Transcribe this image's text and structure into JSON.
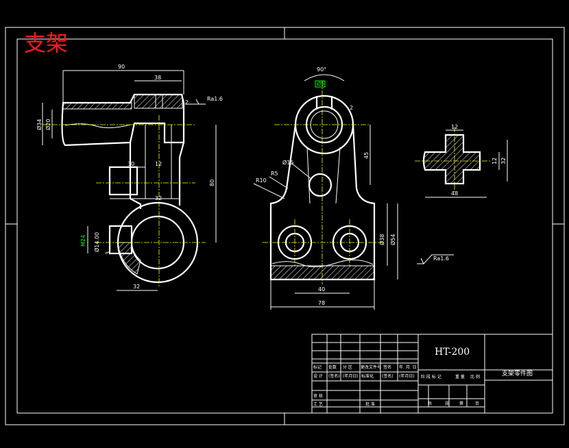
{
  "drawing": {
    "title": "支架",
    "material": "HT-200",
    "part_name": "支架零件图"
  },
  "dims_left": {
    "d90": "90",
    "d38": "38",
    "d2": "2",
    "ra": "Ra1.6",
    "d34": "Ø34",
    "d20": "Ø20",
    "d30": "30",
    "d12": "12",
    "d32a": "32",
    "d80": "80",
    "m24": "M24",
    "d14": "Ø14.00",
    "d3": "3",
    "d32b": "32"
  },
  "dims_mid": {
    "ang": "90°",
    "d5": "Ø5",
    "d2": "2",
    "d45": "45",
    "r15": "Ø15",
    "r5": "R5",
    "r10": "R10",
    "d38": "Ø38",
    "d54": "Ø54",
    "d40": "40",
    "d78": "78",
    "ra": "Ra1.6"
  },
  "dims_right": {
    "d12a": "12",
    "d12b": "12",
    "d32": "32",
    "d48": "48"
  },
  "title_block": {
    "row1": [
      "标记",
      "处数",
      "分 区",
      "更改文件号",
      "签名",
      "年. 月. 日"
    ],
    "row2": [
      "设 计",
      "(签名)",
      "(年月日)",
      "标准化",
      "(签名)",
      "(年月日)"
    ],
    "stage": [
      "阶 段 标 记",
      "重 量",
      "比 例"
    ],
    "review": "审 核",
    "craft": "工 艺",
    "approve": "批 准",
    "sheets": [
      "共",
      "张",
      "第",
      "页"
    ]
  }
}
